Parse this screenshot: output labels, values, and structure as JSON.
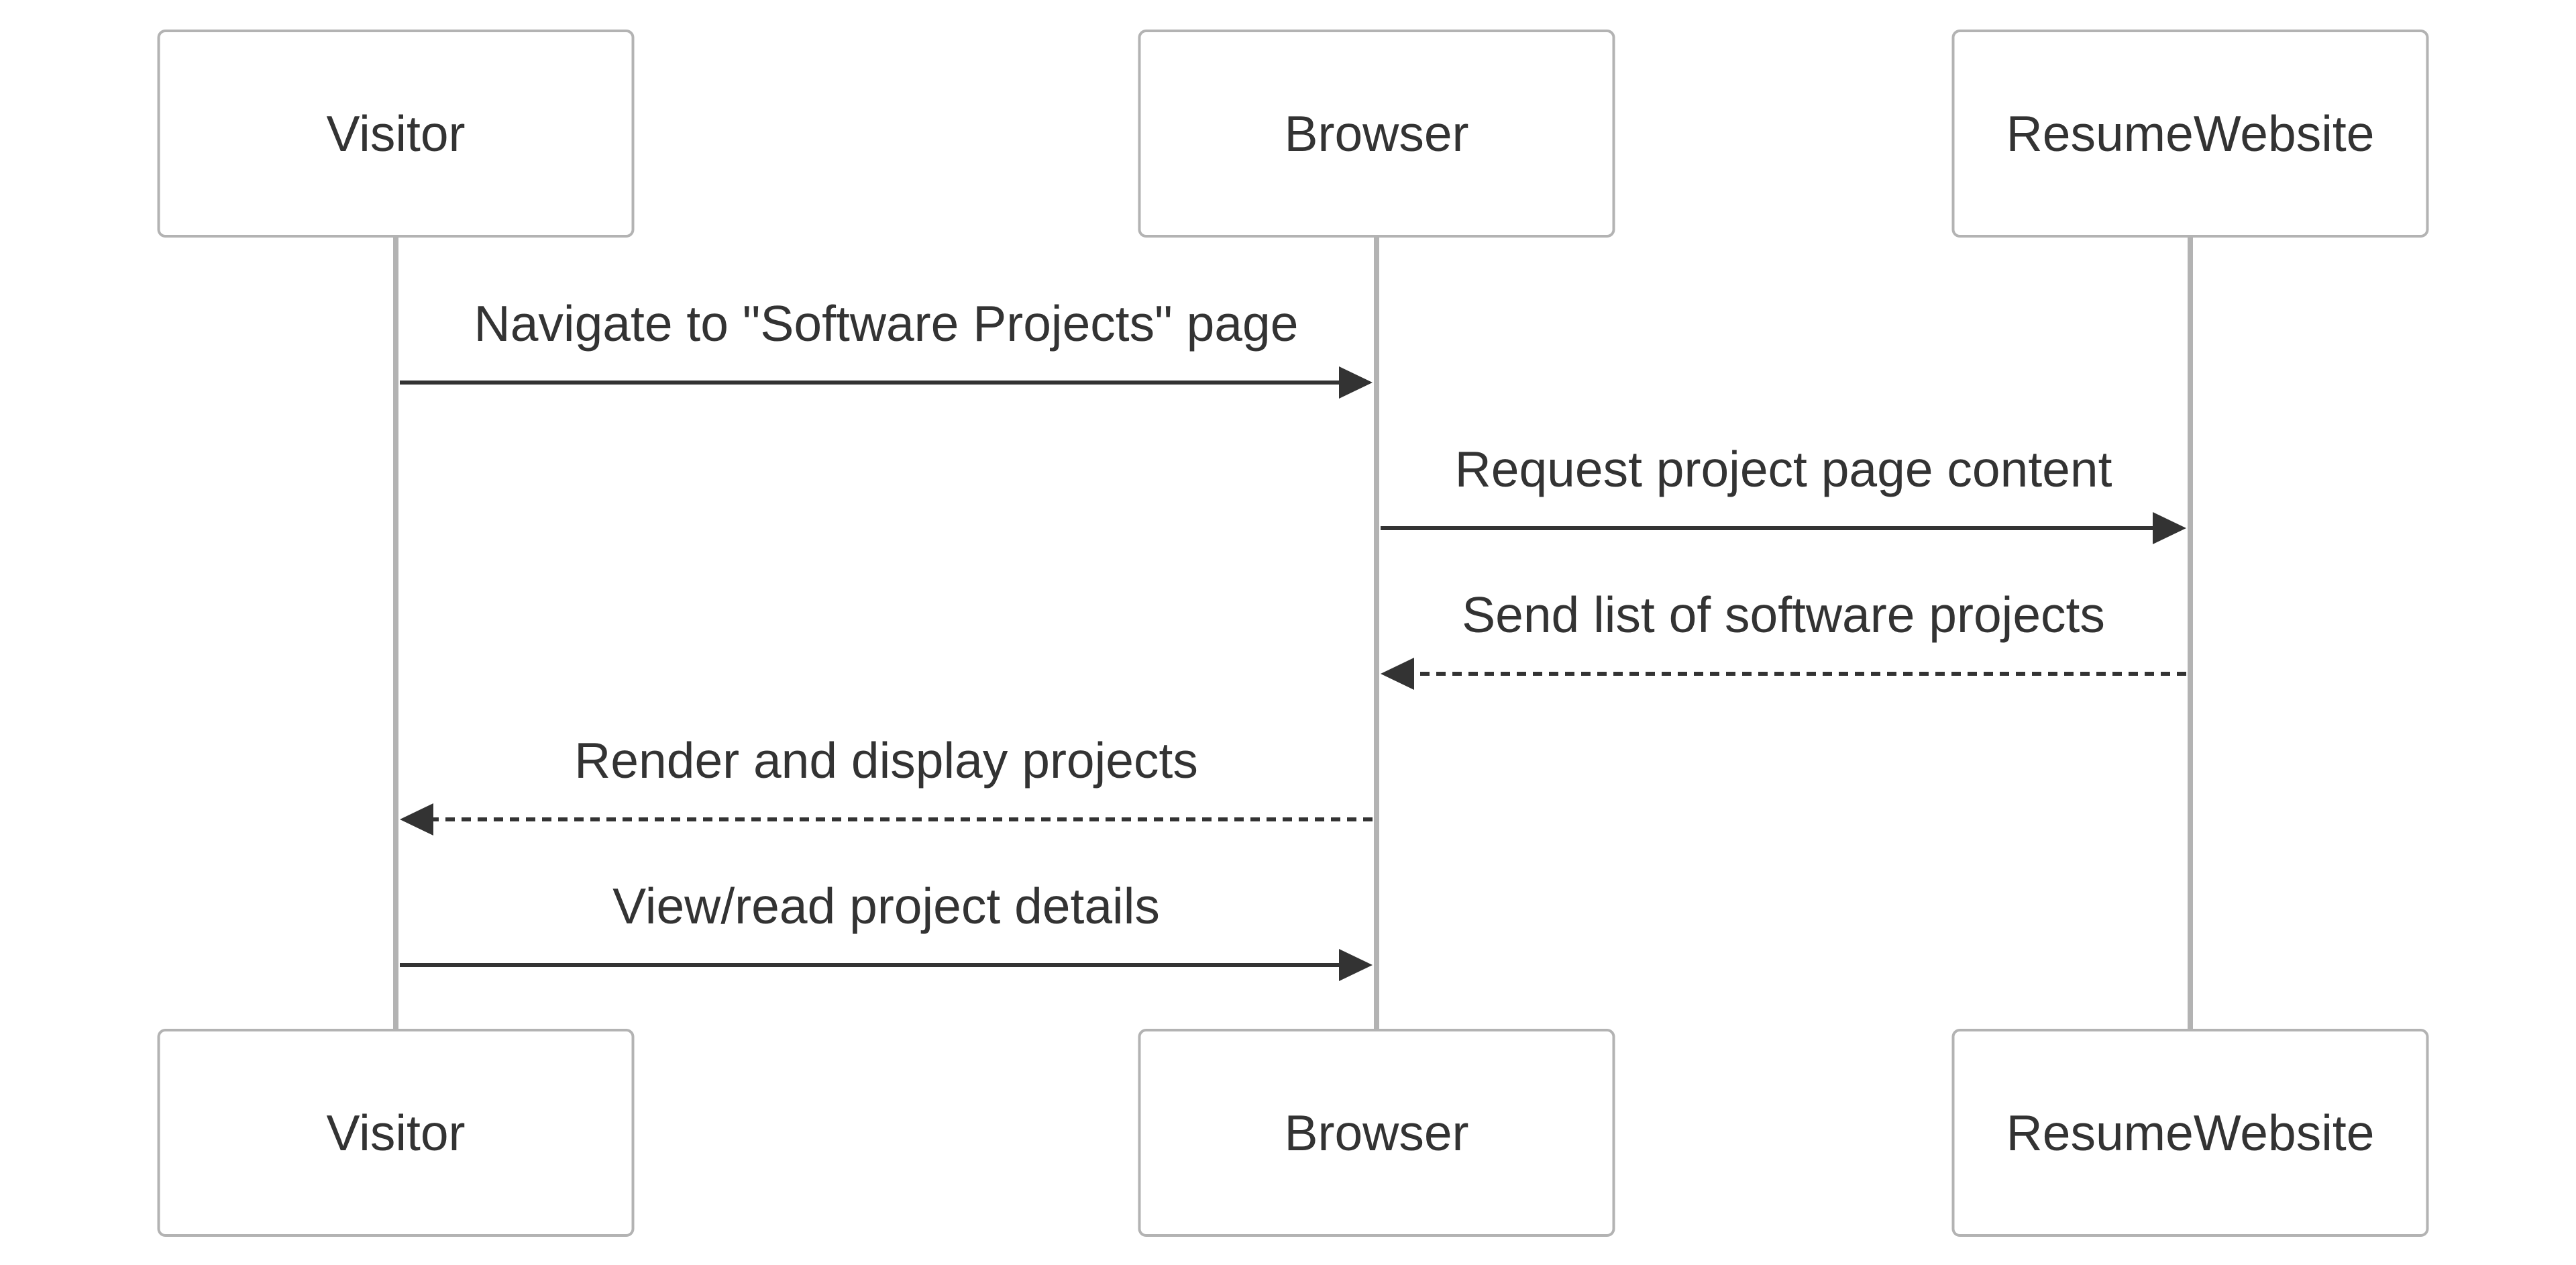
{
  "diagram": {
    "type": "sequence",
    "actors": [
      {
        "id": "visitor",
        "label": "Visitor"
      },
      {
        "id": "browser",
        "label": "Browser"
      },
      {
        "id": "resume",
        "label": "ResumeWebsite"
      }
    ],
    "messages": [
      {
        "from": "visitor",
        "to": "browser",
        "label": "Navigate to \"Software Projects\" page",
        "style": "solid"
      },
      {
        "from": "browser",
        "to": "resume",
        "label": "Request project page content",
        "style": "solid"
      },
      {
        "from": "resume",
        "to": "browser",
        "label": "Send list of software projects",
        "style": "dashed"
      },
      {
        "from": "browser",
        "to": "visitor",
        "label": "Render and display projects",
        "style": "dashed"
      },
      {
        "from": "visitor",
        "to": "browser",
        "label": "View/read project details",
        "style": "solid"
      }
    ]
  },
  "colors": {
    "line": "#333333",
    "box_border": "#b3b3b3",
    "lifeline": "#b3b3b3",
    "text": "#333333"
  }
}
